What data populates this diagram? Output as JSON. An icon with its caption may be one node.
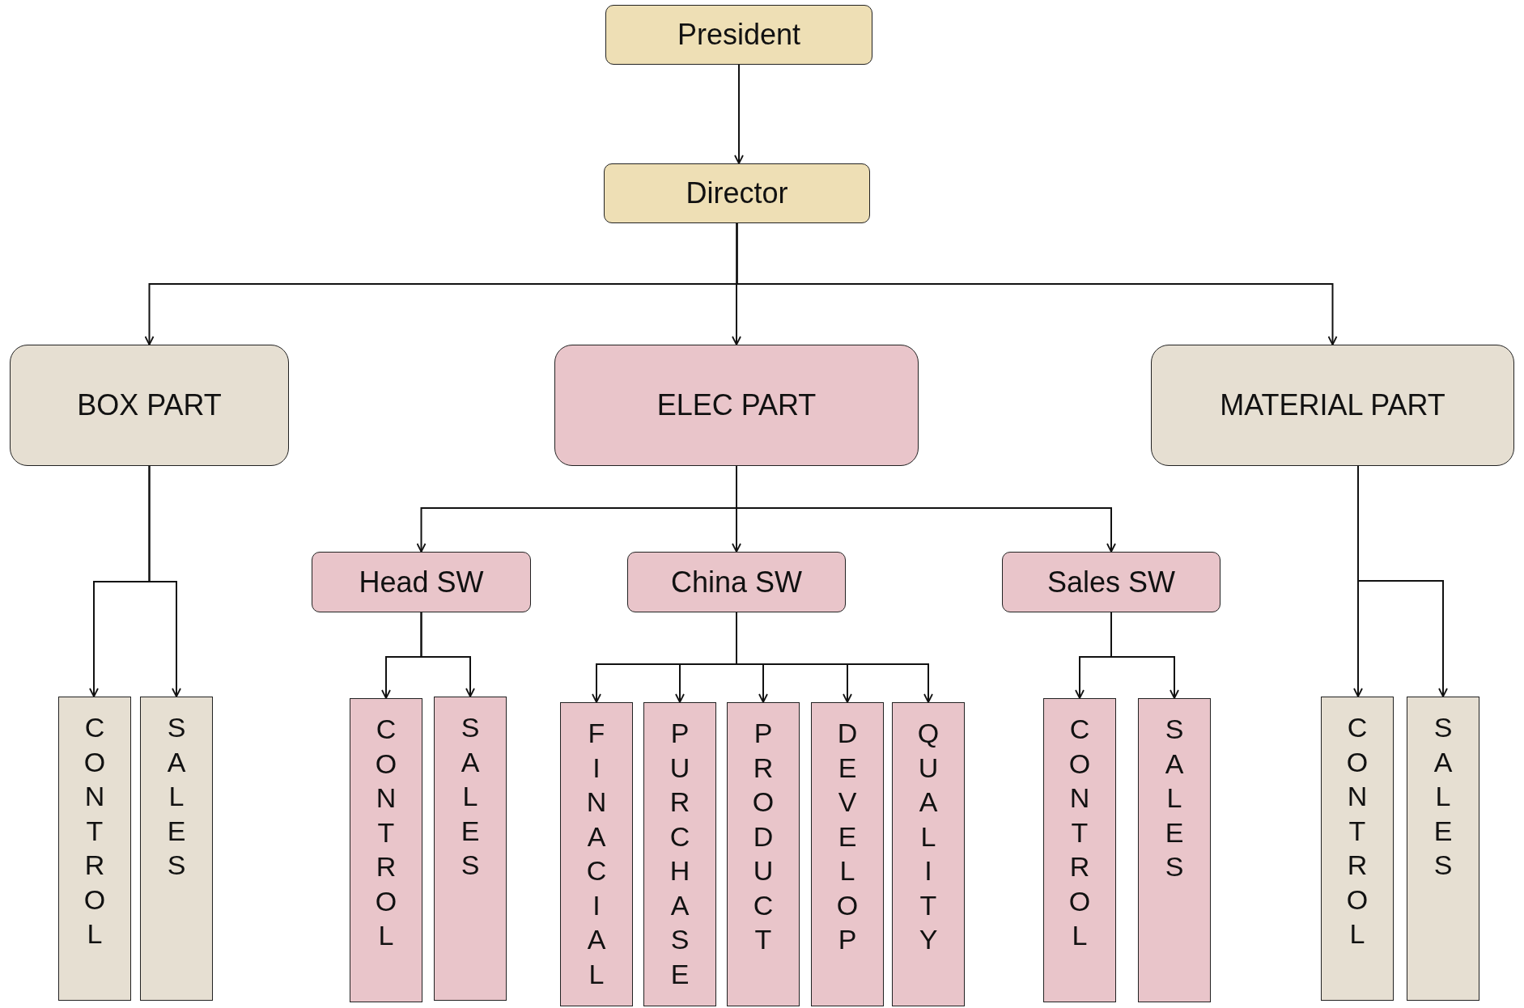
{
  "diagram": {
    "nodes": [
      {
        "text": [
          "President"
        ]
      },
      {
        "text": [
          "Director"
        ]
      },
      {
        "text": [
          "BOX PART"
        ]
      },
      {
        "text": [
          "ELEC PART"
        ]
      },
      {
        "text": [
          "MATERIAL PART"
        ]
      },
      {
        "text": [
          "Head SW"
        ]
      },
      {
        "text": [
          "China SW"
        ]
      },
      {
        "text": [
          "Sales SW"
        ]
      },
      {
        "text": [
          "CONTROL"
        ]
      },
      {
        "text": [
          "SALES"
        ]
      },
      {
        "text": [
          "CONTROL"
        ]
      },
      {
        "text": [
          "SALES"
        ]
      },
      {
        "text": [
          "FINACIAL"
        ]
      },
      {
        "text": [
          "PURCHASE"
        ]
      },
      {
        "text": [
          "PRODUCT"
        ]
      },
      {
        "text": [
          "DEVELOP"
        ]
      },
      {
        "text": [
          "QUALITY"
        ]
      },
      {
        "text": [
          "CONTROL"
        ]
      },
      {
        "text": [
          "SALES"
        ]
      },
      {
        "text": [
          "CONTROL"
        ]
      },
      {
        "text": [
          "SALES"
        ]
      }
    ],
    "edges": [
      {
        "from": 0,
        "to": 1,
        "arrow": "to"
      },
      {
        "from": 1,
        "to": 2,
        "arrow": "to"
      },
      {
        "from": 1,
        "to": 3,
        "arrow": "to"
      },
      {
        "from": 1,
        "to": 4,
        "arrow": "to"
      },
      {
        "from": 3,
        "to": 5,
        "arrow": "to"
      },
      {
        "from": 3,
        "to": 6,
        "arrow": "to"
      },
      {
        "from": 3,
        "to": 7,
        "arrow": "to"
      },
      {
        "from": 2,
        "to": 8,
        "arrow": "to"
      },
      {
        "from": 2,
        "to": 9,
        "arrow": "to"
      },
      {
        "from": 5,
        "to": 10,
        "arrow": "to"
      },
      {
        "from": 5,
        "to": 11,
        "arrow": "to"
      },
      {
        "from": 6,
        "to": 12,
        "arrow": "to"
      },
      {
        "from": 6,
        "to": 13,
        "arrow": "to"
      },
      {
        "from": 6,
        "to": 14,
        "arrow": "to"
      },
      {
        "from": 6,
        "to": 15,
        "arrow": "to"
      },
      {
        "from": 6,
        "to": 16,
        "arrow": "to"
      },
      {
        "from": 7,
        "to": 17,
        "arrow": "to"
      },
      {
        "from": 7,
        "to": 18,
        "arrow": "to"
      },
      {
        "from": 4,
        "to": 19,
        "arrow": "to"
      },
      {
        "from": 4,
        "to": 20,
        "arrow": "to"
      }
    ]
  }
}
